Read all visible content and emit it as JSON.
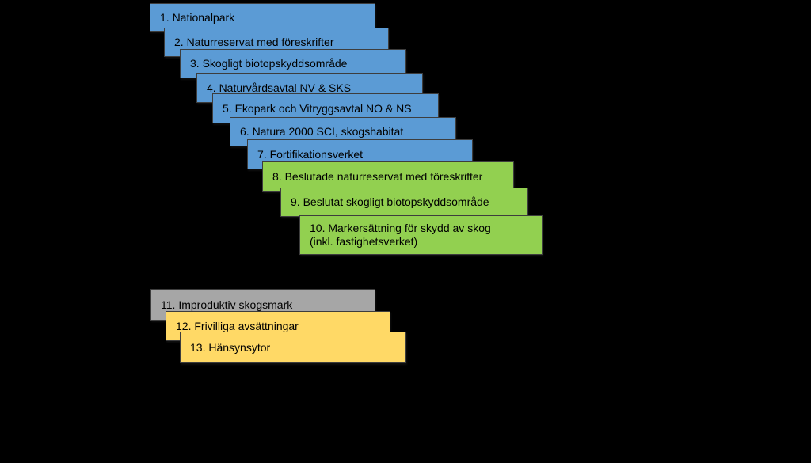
{
  "colors": {
    "blue": "#5b9bd5",
    "green": "#92d050",
    "gray": "#a6a6a6",
    "yellow": "#ffd966",
    "background": "#000000"
  },
  "stairs": {
    "protected": [
      {
        "label": "1. Nationalpark",
        "color": "blue"
      },
      {
        "label": "2. Naturreservat med föreskrifter",
        "color": "blue"
      },
      {
        "label": "3. Skogligt biotopskyddsområde",
        "color": "blue"
      },
      {
        "label": "4. Naturvårdsavtal NV & SKS",
        "color": "blue"
      },
      {
        "label": "5. Ekopark och Vitryggsavtal NO & NS",
        "color": "blue"
      },
      {
        "label": "6. Natura 2000 SCI, skogshabitat",
        "color": "blue"
      },
      {
        "label": "7. Fortifikationsverket",
        "color": "blue"
      },
      {
        "label": "8. Beslutade naturreservat med föreskrifter",
        "color": "green"
      },
      {
        "label": "9. Beslutat skogligt biotopskyddsområde",
        "color": "green"
      },
      {
        "label": "10. Markersättning för skydd av skog",
        "label2": "(inkl. fastighetsverket)",
        "color": "green"
      }
    ],
    "other": [
      {
        "label": "11. Improduktiv skogsmark",
        "color": "gray"
      },
      {
        "label": "12. Frivilliga avsättningar",
        "color": "yellow"
      },
      {
        "label": "13. Hänsynsytor",
        "color": "yellow"
      }
    ]
  }
}
